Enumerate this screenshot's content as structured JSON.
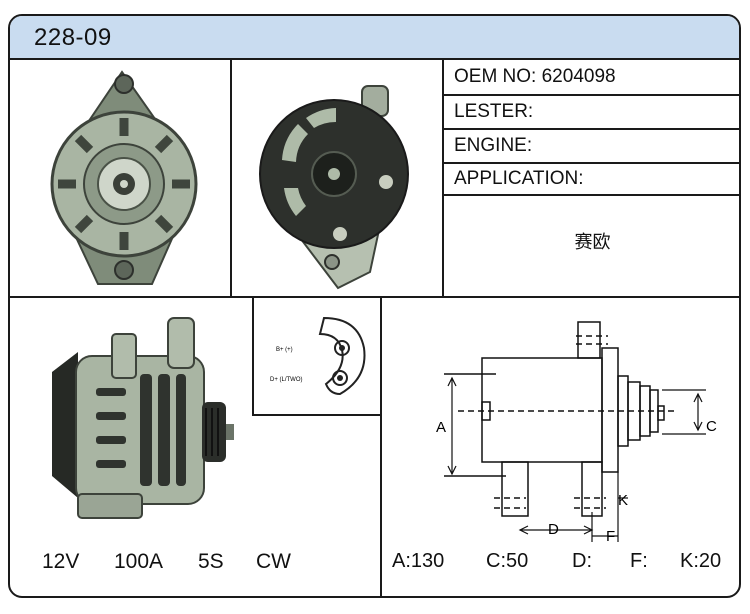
{
  "product": {
    "code": "228-09"
  },
  "info": {
    "oem_no": "OEM NO: 6204098",
    "lester": "LESTER:",
    "engine": "ENGINE:",
    "application": "APPLICATION:",
    "application_value": "赛欧"
  },
  "connector": {
    "label_b": "B+ (+)",
    "label_d": "D+ (L/TWO)"
  },
  "specs_left": {
    "voltage": "12V",
    "amperage": "100A",
    "pulley": "5S",
    "rotation": "CW"
  },
  "specs_right": {
    "a": "A:130",
    "c": "C:50",
    "d": "D:",
    "f": "F:",
    "k": "K:20"
  },
  "dimension_labels": {
    "a": "A",
    "c": "C",
    "d": "D",
    "f": "F",
    "k": "K"
  },
  "colors": {
    "header_bg": "#c9dcf0",
    "border": "#1a1a1a",
    "alternator_body": "#a9b5a3",
    "dark_part": "#2d302c"
  }
}
